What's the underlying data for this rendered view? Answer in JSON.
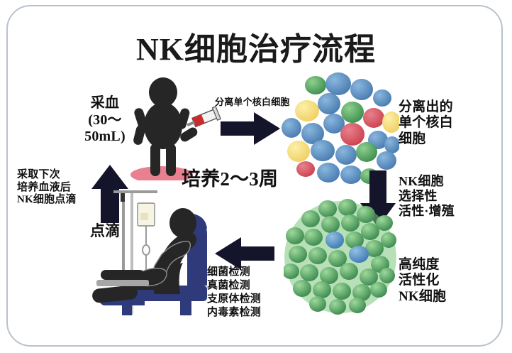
{
  "title": "NK细胞治疗流程",
  "frame": {
    "border_color": "#b9c2cb",
    "background": "#ffffff"
  },
  "palette": {
    "arrow": "#14142a",
    "cell_blue": "#5b93c8",
    "cell_blue_dark": "#4a7cb0",
    "cell_green": "#5aa85a",
    "cell_green_light": "#7fc97f",
    "cell_yellow": "#f2da79",
    "cell_red": "#d4515e",
    "chair_blue": "#2e3a7a",
    "figure_dark": "#262626",
    "floor_pink": "#e8808f",
    "syringe_red": "#cc2b2b",
    "pole_gray": "#9a9a9a",
    "text": "#111111"
  },
  "labels": {
    "blood_draw": "采血\n(30〜\n50mL)",
    "separate_pbmc": "分离单个核白细胞",
    "isolated_pbmc": "分离出的\n单个核白\n细胞",
    "nk_selective": "NK细胞\n选择性\n活性·增殖",
    "high_purity": "高纯度\n活性化\nNK细胞",
    "culture_weeks": "培养2〜3周",
    "next_draw": "采取下次\n培养血液后\nNK细胞点滴",
    "drip": "点滴",
    "quality_tests": "细菌检测\n真菌检测\n支原体检测\n内毒素检测"
  },
  "flow_steps": [
    {
      "id": "step-1",
      "name": "blood-draw",
      "label": "采血（30〜50mL）"
    },
    {
      "id": "step-2",
      "name": "separate-pbmc",
      "label": "分离单个核白细胞"
    },
    {
      "id": "step-3",
      "name": "isolated-pbmc",
      "label": "分离出的单个核白细胞"
    },
    {
      "id": "step-4",
      "name": "nk-selective-grow",
      "label": "NK细胞选择性活性·增殖"
    },
    {
      "id": "step-5",
      "name": "high-purity-nk",
      "label": "高纯度活性化NK细胞"
    },
    {
      "id": "step-6",
      "name": "quality-tests",
      "label": "细菌检测／真菌检测／支原体检测／内毒素检测"
    },
    {
      "id": "step-7",
      "name": "drip-infusion",
      "label": "点滴"
    },
    {
      "id": "step-8",
      "name": "culture-period",
      "label": "培养2〜3周"
    }
  ],
  "arrows": [
    {
      "name": "arrow-right-top",
      "direction": "right"
    },
    {
      "name": "arrow-down-right",
      "direction": "down"
    },
    {
      "name": "arrow-left-bottom",
      "direction": "left"
    },
    {
      "name": "arrow-up-left",
      "direction": "up"
    }
  ]
}
